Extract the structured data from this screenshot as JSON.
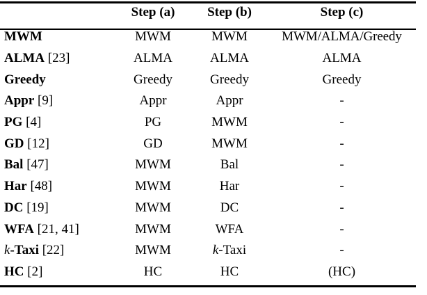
{
  "table": {
    "columns": [
      {
        "key": "algorithm",
        "label": ""
      },
      {
        "key": "step_a",
        "label": "Step (a)"
      },
      {
        "key": "step_b",
        "label": "Step (b)"
      },
      {
        "key": "step_c",
        "label": "Step (c)"
      }
    ],
    "rows": [
      {
        "algorithm_name": "MWM",
        "algorithm_ref": "",
        "algorithm_italic_prefix": "",
        "step_a": "MWM",
        "step_b": "MWM",
        "step_c": "MWM/ALMA/Greedy"
      },
      {
        "algorithm_name": "ALMA",
        "algorithm_ref": "[23]",
        "algorithm_italic_prefix": "",
        "step_a": "ALMA",
        "step_b": "ALMA",
        "step_c": "ALMA"
      },
      {
        "algorithm_name": "Greedy",
        "algorithm_ref": "",
        "algorithm_italic_prefix": "",
        "step_a": "Greedy",
        "step_b": "Greedy",
        "step_c": "Greedy"
      },
      {
        "algorithm_name": "Appr",
        "algorithm_ref": "[9]",
        "algorithm_italic_prefix": "",
        "step_a": "Appr",
        "step_b": "Appr",
        "step_c": "-"
      },
      {
        "algorithm_name": "PG",
        "algorithm_ref": "[4]",
        "algorithm_italic_prefix": "",
        "step_a": "PG",
        "step_b": "MWM",
        "step_c": "-"
      },
      {
        "algorithm_name": "GD",
        "algorithm_ref": "[12]",
        "algorithm_italic_prefix": "",
        "step_a": "GD",
        "step_b": "MWM",
        "step_c": "-"
      },
      {
        "algorithm_name": "Bal",
        "algorithm_ref": "[47]",
        "algorithm_italic_prefix": "",
        "step_a": "MWM",
        "step_b": "Bal",
        "step_c": "-"
      },
      {
        "algorithm_name": "Har",
        "algorithm_ref": "[48]",
        "algorithm_italic_prefix": "",
        "step_a": "MWM",
        "step_b": "Har",
        "step_c": "-"
      },
      {
        "algorithm_name": "DC",
        "algorithm_ref": "[19]",
        "algorithm_italic_prefix": "",
        "step_a": "MWM",
        "step_b": "DC",
        "step_c": "-"
      },
      {
        "algorithm_name": "WFA",
        "algorithm_ref": "[21, 41]",
        "algorithm_italic_prefix": "",
        "step_a": "MWM",
        "step_b": "WFA",
        "step_c": "-"
      },
      {
        "algorithm_name": "-Taxi",
        "algorithm_ref": "[22]",
        "algorithm_italic_prefix": "k",
        "step_a": "MWM",
        "step_b": "-Taxi",
        "step_b_italic_prefix": "k",
        "step_c": "-"
      },
      {
        "algorithm_name": "HC",
        "algorithm_ref": "[2]",
        "algorithm_italic_prefix": "",
        "step_a": "HC",
        "step_b": "HC",
        "step_c": "(HC)"
      }
    ]
  }
}
